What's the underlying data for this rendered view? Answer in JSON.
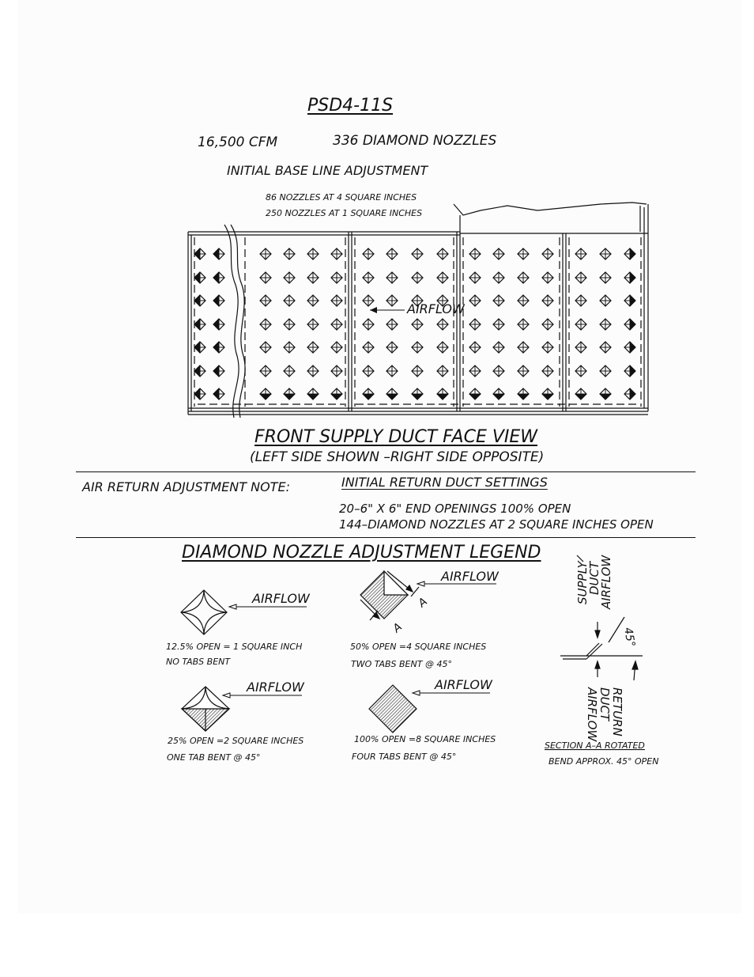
{
  "header": {
    "model": "PSD4-11S",
    "cfm": "16,500 CFM",
    "nozzle_count": "336 DIAMOND NOZZLES",
    "subtitle": "INITIAL BASE LINE ADJUSTMENT",
    "note_line1": "86 NOZZLES AT 4 SQUARE INCHES",
    "note_line2": "250 NOZZLES AT 1 SQUARE INCHES"
  },
  "front_view": {
    "airflow_label": "AIRFLOW",
    "title": "FRONT SUPPLY DUCT FACE VIEW",
    "subtitle": "(LEFT SIDE SHOWN –RIGHT SIDE OPPOSITE)"
  },
  "return_note": {
    "label": "AIR RETURN ADJUSTMENT NOTE:",
    "heading": "INITIAL RETURN DUCT SETTINGS",
    "line1": "20–6\" X 6\" END OPENINGS 100% OPEN",
    "line2": "144–DIAMOND NOZZLES AT 2 SQUARE INCHES OPEN"
  },
  "legend": {
    "title": "DIAMOND NOZZLE ADJUSTMENT LEGEND",
    "items": [
      {
        "airflow": "AIRFLOW",
        "line1": "12.5% OPEN = 1 SQUARE INCH",
        "line2": "NO TABS BENT",
        "icon": "diamond-nozzle-closed-icon"
      },
      {
        "airflow": "AIRFLOW",
        "line1": "50% OPEN =4 SQUARE INCHES",
        "line2": "TWO TABS BENT @ 45°",
        "icon": "diamond-nozzle-two-tabs-icon"
      },
      {
        "airflow": "AIRFLOW",
        "line1": "25% OPEN =2 SQUARE INCHES",
        "line2": "ONE TAB BENT @ 45°",
        "icon": "diamond-nozzle-one-tab-icon"
      },
      {
        "airflow": "AIRFLOW",
        "line1": "100% OPEN =8 SQUARE INCHES",
        "line2": "FOUR TABS BENT @ 45°",
        "icon": "diamond-nozzle-four-tabs-icon"
      }
    ],
    "section": {
      "supply_label_1": "SUPPLY",
      "supply_label_2": "DUCT",
      "supply_label_3": "AIRFLOW",
      "return_label_1": "RETURN",
      "return_label_2": "DUCT",
      "return_label_3": "AIRFLOW",
      "angle": "45°",
      "title": "SECTION A–A ROTATED",
      "caption": "BEND APPROX. 45° OPEN",
      "marker": "A"
    }
  },
  "colors": {
    "ink": "#111111",
    "paper": "#fcfcfc",
    "hatch": "#555555"
  }
}
